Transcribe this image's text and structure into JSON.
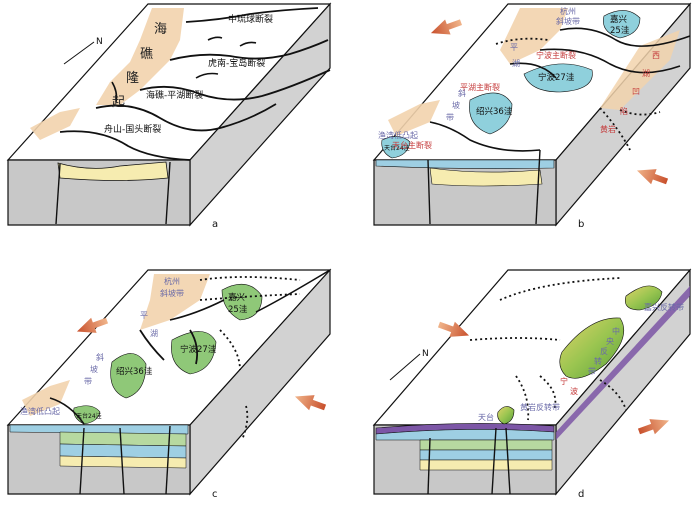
{
  "panels": {
    "a": {
      "label": "a",
      "north": "N",
      "ridge": [
        "海",
        "礁",
        "隆",
        "起"
      ],
      "faults": [
        "中琉球断裂",
        "虎南-宝岛断裂",
        "海礁-平湖断裂",
        "舟山-国头断裂"
      ]
    },
    "b": {
      "label": "b",
      "slope": [
        "杭州",
        "斜坡带"
      ],
      "sag_jiaxing": [
        "嘉兴",
        "25洼"
      ],
      "sag_ningbo": "宁波27洼",
      "sag_shaoxing": "绍兴36洼",
      "sag_tiantai": "天台24洼",
      "red_ningbo_main": "宁波主断裂",
      "red_pinghu_main": "平湖主断裂",
      "red_huangyan": "黄岩",
      "red_tiantai_fault": "天台主断裂",
      "blue_yuquan": "渔湾低凸起",
      "blue_pinghu": [
        "平",
        "湖"
      ],
      "blue_slope": [
        "斜",
        "坡",
        "带"
      ],
      "red_xihu": [
        "西",
        "湖",
        "凹",
        "陷"
      ]
    },
    "c": {
      "label": "c",
      "slope": [
        "杭州",
        "斜坡带"
      ],
      "sag_jiaxing": [
        "嘉兴",
        "25洼"
      ],
      "sag_ningbo": "宁波27洼",
      "sag_shaoxing": "绍兴36洼",
      "sag_tiantai": "天台24洼",
      "blue_yuquan": "渔湾低凸起",
      "blue_pinghu": [
        "平",
        "湖"
      ],
      "blue_slope": [
        "斜",
        "坡",
        "带"
      ]
    },
    "d": {
      "label": "d",
      "north": "N",
      "inversion_jiaxing": "嘉兴反转带",
      "inversion_huangyan": "黄岩反转带",
      "blue_central": [
        "中",
        "央",
        "反",
        "转",
        "带"
      ],
      "blue_tiantai": "天台",
      "red_dots": [
        "宁",
        "波"
      ]
    }
  },
  "colors": {
    "ridge_fill": "#f2d3ad",
    "sag_fill": "#8fd0dc",
    "green_sag": "#8fc878",
    "arrow": "#c8502c",
    "layer_blue": "#9ecfe3",
    "layer_yellow": "#f6ecb0",
    "layer_green": "#b7d9a0",
    "layer_purple": "#7c56a6",
    "box_side": "#d2d2d2",
    "box_face": "#c8c8c8"
  }
}
